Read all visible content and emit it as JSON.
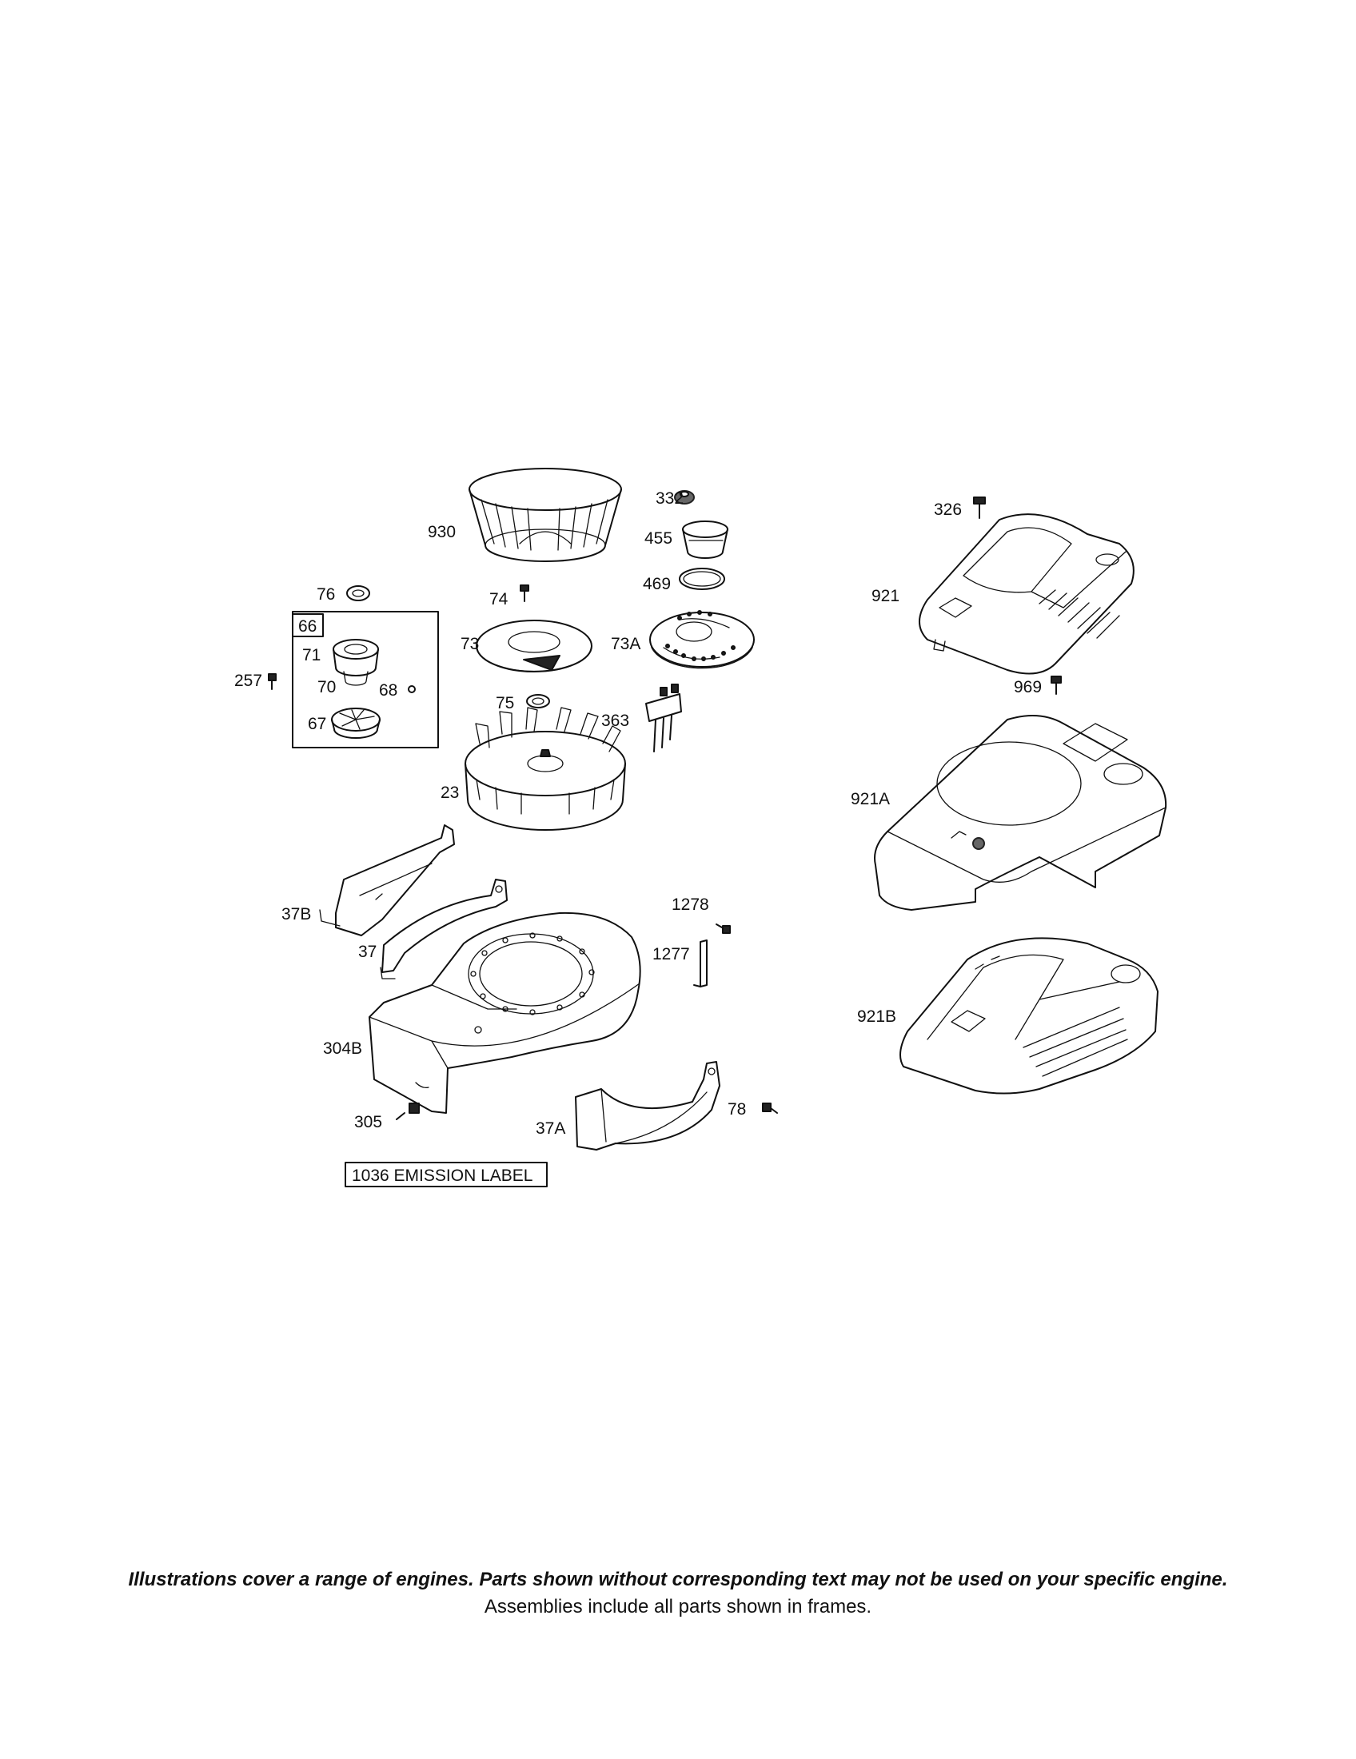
{
  "parts": {
    "p930": "930",
    "p332": "332",
    "p455": "455",
    "p469": "469",
    "p326": "326",
    "p921": "921",
    "p76": "76",
    "p74": "74",
    "p66": "66",
    "p71": "71",
    "p73": "73",
    "p73A": "73A",
    "p257": "257",
    "p70": "70",
    "p68": "68",
    "p67": "67",
    "p75": "75",
    "p969": "969",
    "p363": "363",
    "p23": "23",
    "p921A": "921A",
    "p37B": "37B",
    "p1278": "1278",
    "p37": "37",
    "p1277": "1277",
    "p921B": "921B",
    "p304B": "304B",
    "p305": "305",
    "p78": "78",
    "p37A": "37A"
  },
  "emission_label": "1036 EMISSION LABEL",
  "footer": {
    "line1": "Illustrations cover a range of engines. Parts shown without corresponding text may not be used on your specific engine.",
    "line2": "Assemblies include all parts shown in frames."
  }
}
